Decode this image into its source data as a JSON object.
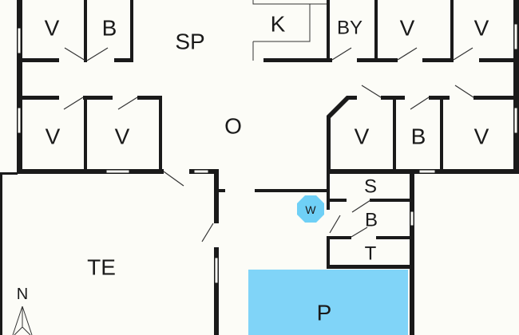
{
  "floorplan": {
    "rooms": {
      "v1": "V",
      "b1": "B",
      "sp": "SP",
      "k": "K",
      "by": "BY",
      "v2": "V",
      "v3": "V",
      "o": "O",
      "v4": "V",
      "v5": "V",
      "v6": "V",
      "b2": "B",
      "v7": "V",
      "s": "S",
      "b3": "B",
      "t": "T",
      "te": "TE",
      "p": "P"
    },
    "markers": {
      "w": "W"
    },
    "compass": {
      "north": "N"
    },
    "colors": {
      "pool": "#80d4f8",
      "marker": "#6fd0f6",
      "wall": "#1a1a1a",
      "background": "#fcfcf7"
    }
  }
}
